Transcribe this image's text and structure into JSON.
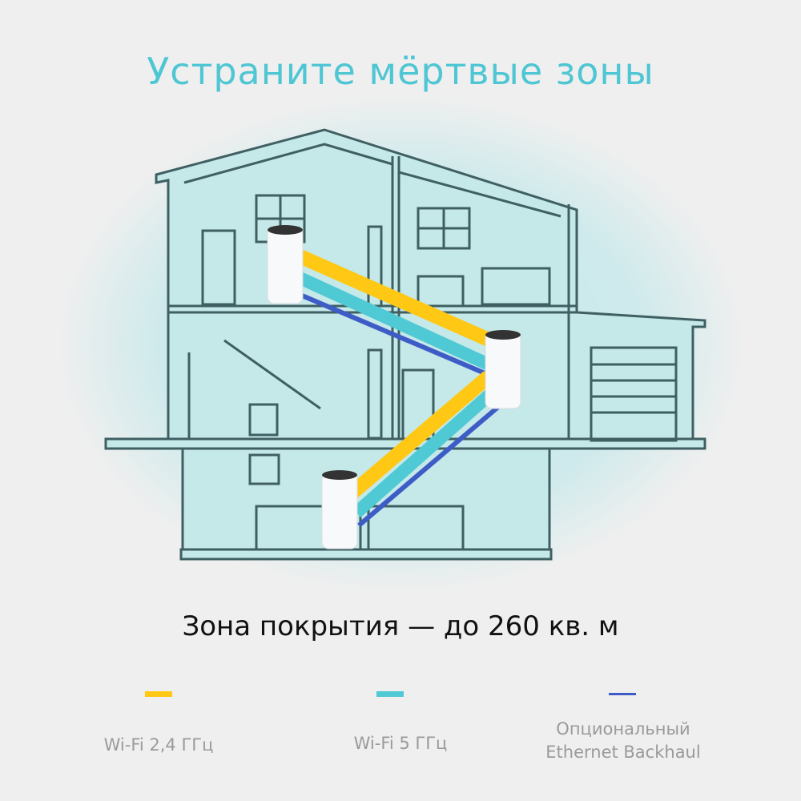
{
  "title": "Устраните мёртвые зоны",
  "coverage": "Зона покрытия — до 260 кв. м",
  "legend": [
    {
      "label": "Wi-Fi 2,4 ГГц",
      "color": "#ffc814"
    },
    {
      "label": "Wi-Fi 5 ГГц",
      "color": "#4fc9d4"
    },
    {
      "label_line1": "Опциональный",
      "label_line2": "Ethernet Backhaul",
      "color": "#3d5cc6"
    }
  ],
  "colors": {
    "background": "#efefef",
    "house_fill": "#c3e7e7",
    "house_stroke": "#3f5f62"
  }
}
